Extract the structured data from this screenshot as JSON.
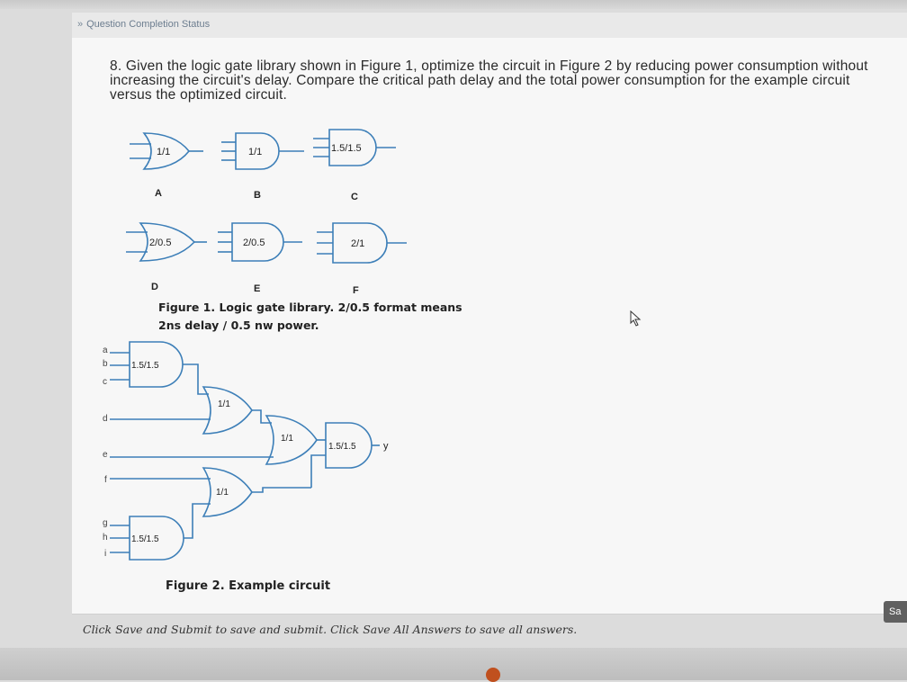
{
  "status": {
    "label": "Question Completion Status"
  },
  "question": {
    "text": "8. Given the logic gate library shown in Figure 1, optimize the circuit in Figure 2 by reducing power consumption without increasing the circuit's delay. Compare the critical path delay and the total power consumption for the example circuit versus the optimized circuit."
  },
  "library": {
    "gates": [
      {
        "letter": "A",
        "label": "1/1"
      },
      {
        "letter": "B",
        "label": "1/1"
      },
      {
        "letter": "C",
        "label": "1.5/1.5"
      },
      {
        "letter": "D",
        "label": "2/0.5"
      },
      {
        "letter": "E",
        "label": "2/0.5"
      },
      {
        "letter": "F",
        "label": "2/1"
      }
    ],
    "caption_line1": "Figure 1. Logic gate library. 2/0.5 format means",
    "caption_line2": "2ns delay / 0.5 nw power."
  },
  "circuit": {
    "inputs": [
      "a",
      "b",
      "c",
      "d",
      "e",
      "f",
      "g",
      "h",
      "i"
    ],
    "gate_labels": {
      "g1": "1.5/1.5",
      "g2": "1/1",
      "g3": "1/1",
      "g4": "1.5/1.5",
      "g5": "1/1",
      "g6": "1.5/1.5"
    },
    "output": "y",
    "caption": "Figure 2. Example circuit"
  },
  "footer": {
    "note": "Click Save and Submit to save and submit. Click Save All Answers to save all answers.",
    "save_label": "Sa"
  }
}
